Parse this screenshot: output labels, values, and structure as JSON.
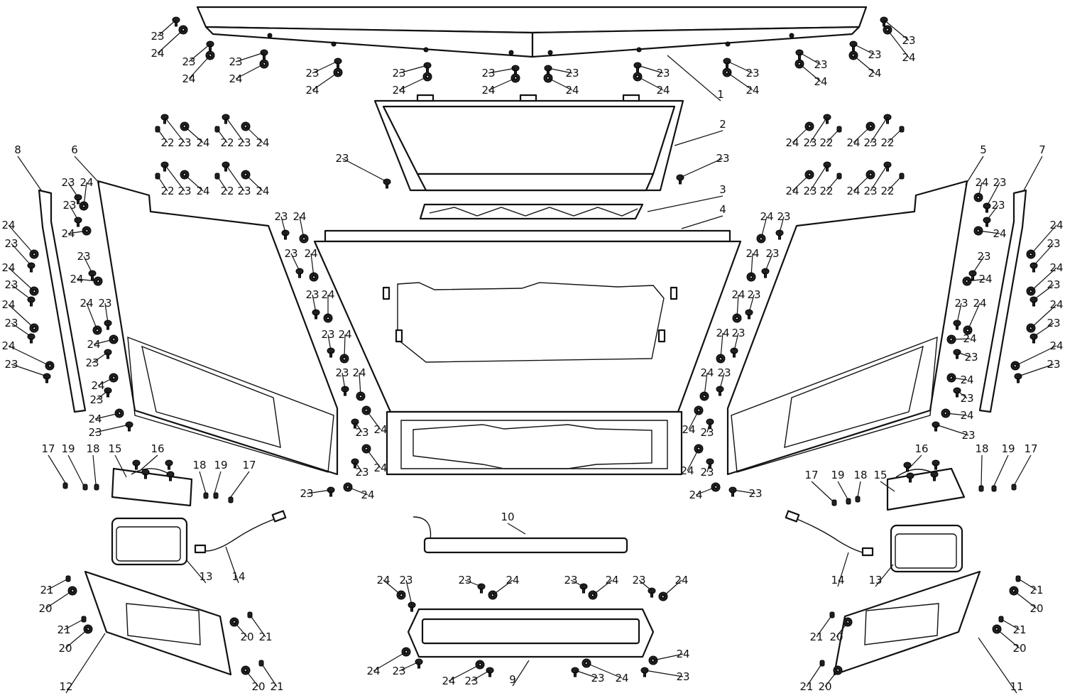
{
  "diagram": {
    "callouts": [
      {
        "id": "c1",
        "text": "1"
      },
      {
        "id": "c2",
        "text": "2"
      },
      {
        "id": "c3",
        "text": "3"
      },
      {
        "id": "c4",
        "text": "4"
      },
      {
        "id": "c5",
        "text": "5"
      },
      {
        "id": "c6",
        "text": "6"
      },
      {
        "id": "c7",
        "text": "7"
      },
      {
        "id": "c8",
        "text": "8"
      },
      {
        "id": "c9",
        "text": "9"
      },
      {
        "id": "c10",
        "text": "10"
      },
      {
        "id": "c11",
        "text": "11"
      },
      {
        "id": "c12",
        "text": "12"
      },
      {
        "id": "c13a",
        "text": "13"
      },
      {
        "id": "c13b",
        "text": "13"
      },
      {
        "id": "c14a",
        "text": "14"
      },
      {
        "id": "c14b",
        "text": "14"
      },
      {
        "id": "c15a",
        "text": "15"
      },
      {
        "id": "c15b",
        "text": "15"
      },
      {
        "id": "c16a",
        "text": "16"
      },
      {
        "id": "c16b",
        "text": "16"
      },
      {
        "id": "c17a",
        "text": "17"
      },
      {
        "id": "c17b",
        "text": "17"
      },
      {
        "id": "c17c",
        "text": "17"
      },
      {
        "id": "c17d",
        "text": "17"
      },
      {
        "id": "c18a",
        "text": "18"
      },
      {
        "id": "c18b",
        "text": "18"
      },
      {
        "id": "c18c",
        "text": "18"
      },
      {
        "id": "c18d",
        "text": "18"
      },
      {
        "id": "c19a",
        "text": "19"
      },
      {
        "id": "c19b",
        "text": "19"
      },
      {
        "id": "c19c",
        "text": "19"
      },
      {
        "id": "c19d",
        "text": "19"
      }
    ],
    "fastener_codes": {
      "screw": "23",
      "nut": "24",
      "clip": "22",
      "washer": "20",
      "rivet": "21"
    }
  }
}
